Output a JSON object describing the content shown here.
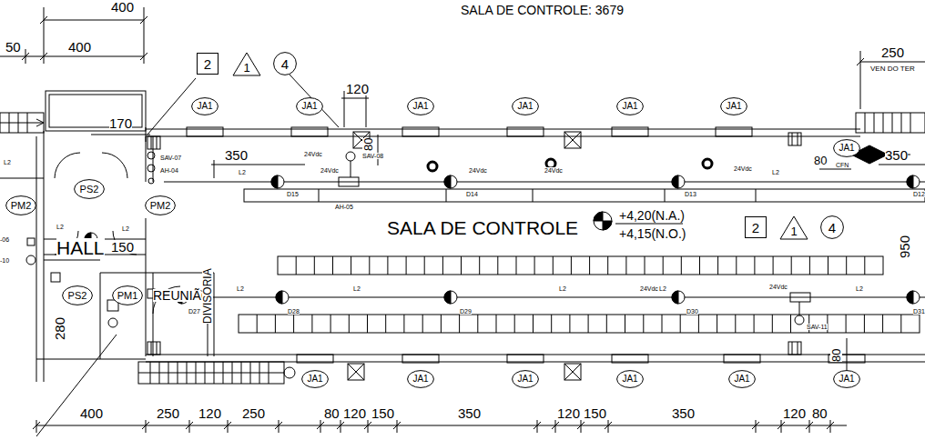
{
  "diagram": {
    "title": "SALA DE CONTROLE: 3679",
    "nodes": [
      {
        "text": [
          "2"
        ]
      },
      {
        "text": [
          "1"
        ]
      },
      {
        "text": [
          "4"
        ]
      },
      {
        "text": [
          "JA1"
        ]
      },
      {
        "text": [
          "JA1"
        ]
      },
      {
        "text": [
          "JA1"
        ]
      },
      {
        "text": [
          "JA1"
        ]
      },
      {
        "text": [
          "JA1"
        ]
      },
      {
        "text": [
          "JA1"
        ]
      },
      {
        "text": [
          "JA1"
        ]
      },
      {
        "text": [
          "PS2"
        ]
      },
      {
        "text": [
          "PM2"
        ]
      },
      {
        "text": [
          "PM2"
        ]
      },
      {
        "text": [
          "PS2"
        ]
      },
      {
        "text": [
          "PM1"
        ]
      },
      {
        "text": [
          "2"
        ]
      },
      {
        "text": [
          "1"
        ]
      },
      {
        "text": [
          "4"
        ]
      },
      {
        "text": [
          "JA1"
        ]
      },
      {
        "text": [
          "JA1"
        ]
      },
      {
        "text": [
          "JA1"
        ]
      },
      {
        "text": [
          "JA1"
        ]
      },
      {
        "text": [
          "JA1"
        ]
      },
      {
        "text": [
          "JA1"
        ]
      }
    ],
    "labels": [
      "400",
      "50",
      "400",
      "170",
      "120",
      "80",
      "350",
      "250",
      "VEN DO TER",
      "80",
      "350",
      "SALA DE CONTROLE",
      "+4,20(N.A.)",
      "+4,15(N.O.)",
      "950",
      "HALL",
      "150",
      "REUNIÃO",
      "DIVISÓRIA",
      "280",
      "SAV-07",
      "AH-04",
      "SAV-08",
      "AH-05",
      "D15",
      "D14",
      "D13",
      "D12",
      "D27",
      "D28",
      "D29",
      "D30",
      "D31",
      "SAV-11",
      "CFN",
      "24Vdc",
      "24Vdc",
      "24Vdc",
      "24Vdc",
      "24Vdc",
      "24Vdc",
      "24Vdc",
      "L2",
      "L2",
      "L2",
      "L2",
      "L2",
      "L2",
      "L2",
      "L2",
      "L2",
      "L2",
      "-06",
      "-10",
      "400",
      "250",
      "120",
      "250",
      "80",
      "120",
      "150",
      "350",
      "120",
      "150",
      "350",
      "120",
      "80",
      "80"
    ]
  }
}
